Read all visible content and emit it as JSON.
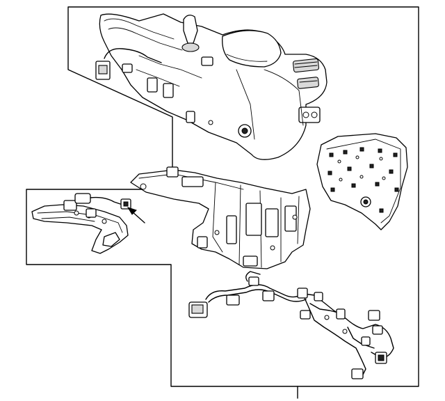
{
  "diagram": {
    "type": "parts-exploded-view",
    "line_color": "#000000",
    "background_color": "#ffffff",
    "parts": [
      {
        "name": "console-housing-assembly"
      },
      {
        "name": "console-bracket-with-switch"
      },
      {
        "name": "console-inner-frame"
      },
      {
        "name": "console-side-panel"
      },
      {
        "name": "console-wiring-harness"
      }
    ],
    "callouts": [
      {
        "name": "assembly-leader-line"
      },
      {
        "name": "switch-pointer-arrow"
      }
    ]
  }
}
